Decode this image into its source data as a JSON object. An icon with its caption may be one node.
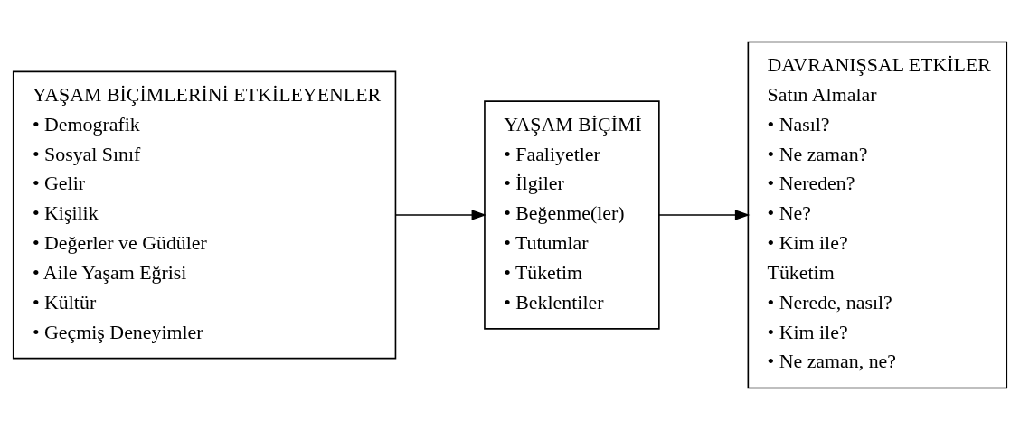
{
  "diagram": {
    "nodes": [
      {
        "text": [
          "YAŞAM BİÇİMLERİNİ ETKİLEYENLER",
          "• Demografik",
          "• Sosyal Sınıf",
          "• Gelir",
          "• Kişilik",
          "• Değerler ve Güdüler",
          "• Aile Yaşam Eğrisi",
          "• Kültür",
          "• Geçmiş Deneyimler"
        ]
      },
      {
        "text": [
          "YAŞAM BİÇİMİ",
          "• Faaliyetler",
          "• İlgiler",
          "• Beğenme(ler)",
          "• Tutumlar",
          "• Tüketim",
          "• Beklentiler"
        ]
      },
      {
        "text": [
          "DAVRANIŞSAL ETKİLER",
          "Satın Almalar",
          "• Nasıl?",
          "• Ne zaman?",
          "• Nereden?",
          "• Ne?",
          "• Kim ile?",
          "Tüketim",
          "• Nerede, nasıl?",
          "• Kim ile?",
          "• Ne zaman, ne?"
        ]
      }
    ],
    "edges": [
      {
        "from": 0,
        "to": 1,
        "arrow": "to"
      },
      {
        "from": 1,
        "to": 2,
        "arrow": "to"
      }
    ]
  }
}
